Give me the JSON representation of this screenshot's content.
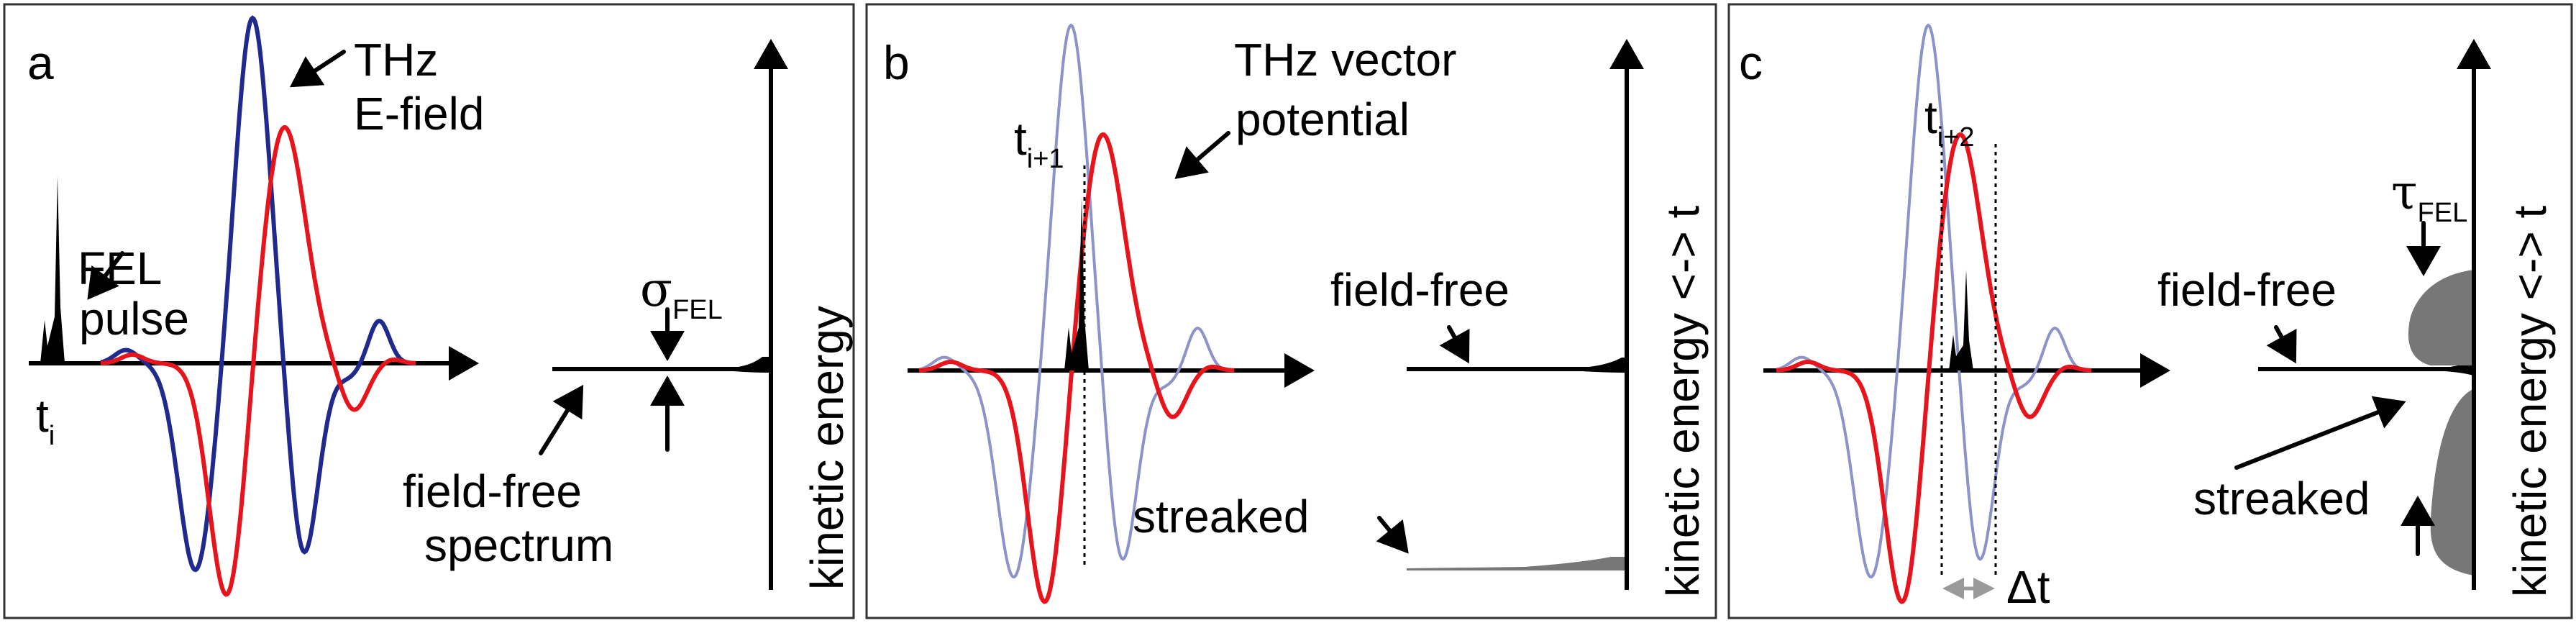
{
  "panels": [
    {
      "letter": "a",
      "fel_label_1": "FEL",
      "fel_label_2": "pulse",
      "thz_label_1": "THz",
      "thz_label_2": "E-field",
      "t_label": "t",
      "t_sub": "i",
      "sigma_symbol": "σ",
      "sigma_sub": "FEL",
      "fieldfree_label_1": "field-free",
      "fieldfree_label_2": "spectrum",
      "axis_label": "kinetic energy"
    },
    {
      "letter": "b",
      "thz_label_1": "THz vector",
      "thz_label_2": "potential",
      "t_label": "t",
      "t_sub": "i+1",
      "fieldfree_label": "field-free",
      "streaked_label": "streaked",
      "axis_label": "kinetic energy <-> t"
    },
    {
      "letter": "c",
      "t_label": "t",
      "t_sub": "i+2",
      "tau_symbol": "τ",
      "tau_sub": "FEL",
      "fieldfree_label": "field-free",
      "streaked_label": "streaked",
      "delta_label": "Δt",
      "axis_label": "kinetic energy <-> t"
    }
  ],
  "colors": {
    "efield": "#1f2a8c",
    "vector_potential": "#e8141b",
    "efield_faded": "#8b93c8",
    "pulse": "#000000",
    "streaked_fill": "#777777",
    "delta_arrow": "#9a9a9a"
  }
}
